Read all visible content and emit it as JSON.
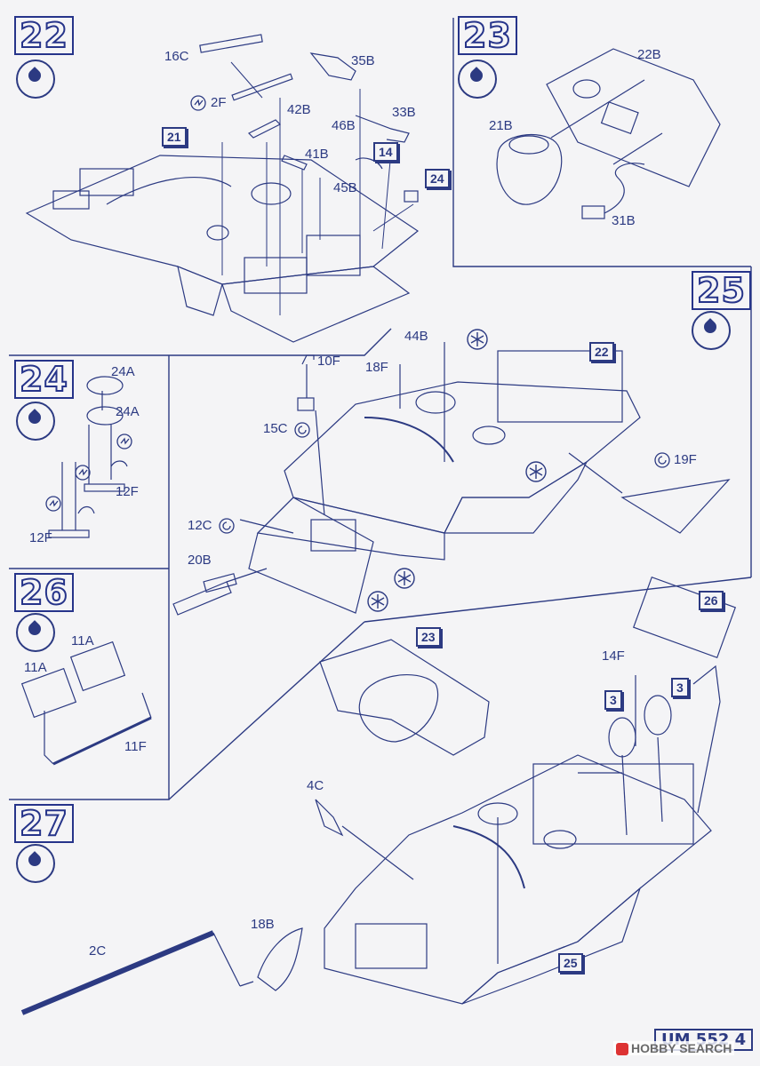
{
  "steps": [
    {
      "number": "22"
    },
    {
      "number": "23"
    },
    {
      "number": "24"
    },
    {
      "number": "25"
    },
    {
      "number": "26"
    },
    {
      "number": "27"
    }
  ],
  "icons": {
    "glue": "glue-drop-icon",
    "polycap": "spring-clip-icon",
    "optional": "asterisk-icon"
  },
  "parts": {
    "s22": {
      "p16C": "16C",
      "p35B": "35B",
      "p2F": "2F",
      "p42B": "42B",
      "p33B": "33B",
      "p46B": "46B",
      "p41B": "41B",
      "p45B": "45B",
      "ref21": "21",
      "ref14": "14",
      "ref24": "24"
    },
    "s23": {
      "p22B": "22B",
      "p21B": "21B",
      "p31B": "31B"
    },
    "s24": {
      "p24A_a": "24A",
      "p24A_b": "24A",
      "p12F_a": "12F",
      "p12F_b": "12F"
    },
    "s25": {
      "p10F": "10F",
      "p44B": "44B",
      "p18F": "18F",
      "ref22": "22",
      "p15C": "15C",
      "p19F": "19F",
      "p12C": "12C",
      "p20B": "20B"
    },
    "s26": {
      "p11A_a": "11A",
      "p11A_b": "11A",
      "p11F": "11F"
    },
    "s27": {
      "ref26": "26",
      "p14F": "14F",
      "ref3a": "3",
      "ref3b": "3",
      "ref23": "23",
      "p4C": "4C",
      "p18B": "18B",
      "p2C": "2C",
      "ref25": "25"
    }
  },
  "footer": {
    "code": "UM 552",
    "page": "4"
  },
  "watermark": {
    "text": "HOBBY SEARCH"
  },
  "colors": {
    "ink": "#2c3a82",
    "paper": "#f4f4f6"
  }
}
